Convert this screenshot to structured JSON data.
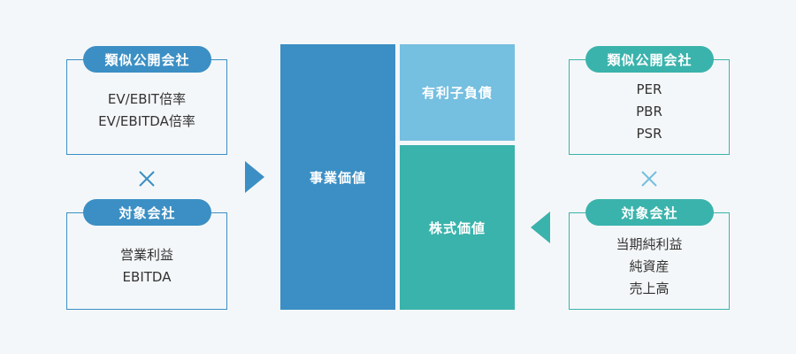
{
  "left": {
    "top_pill": "類似公開会社",
    "top_lines": [
      "EV/EBIT倍率",
      "EV/EBITDA倍率"
    ],
    "bottom_pill": "対象会社",
    "bottom_lines": [
      "営業利益",
      "EBITDA"
    ]
  },
  "center": {
    "enterprise_value": "事業価値",
    "debt": "有利子負債",
    "equity_value": "株式価値"
  },
  "right": {
    "top_pill": "類似公開会社",
    "top_lines": [
      "PER",
      "PBR",
      "PSR"
    ],
    "bottom_pill": "対象会社",
    "bottom_lines": [
      "当期純利益",
      "純資産",
      "売上高"
    ]
  },
  "colors": {
    "blue": "#3b8fc4",
    "light_blue": "#75bfe0",
    "teal": "#3ab3ac"
  },
  "icons": {
    "multiply": "times-icon",
    "arrow": "triangle-arrow-icon"
  }
}
